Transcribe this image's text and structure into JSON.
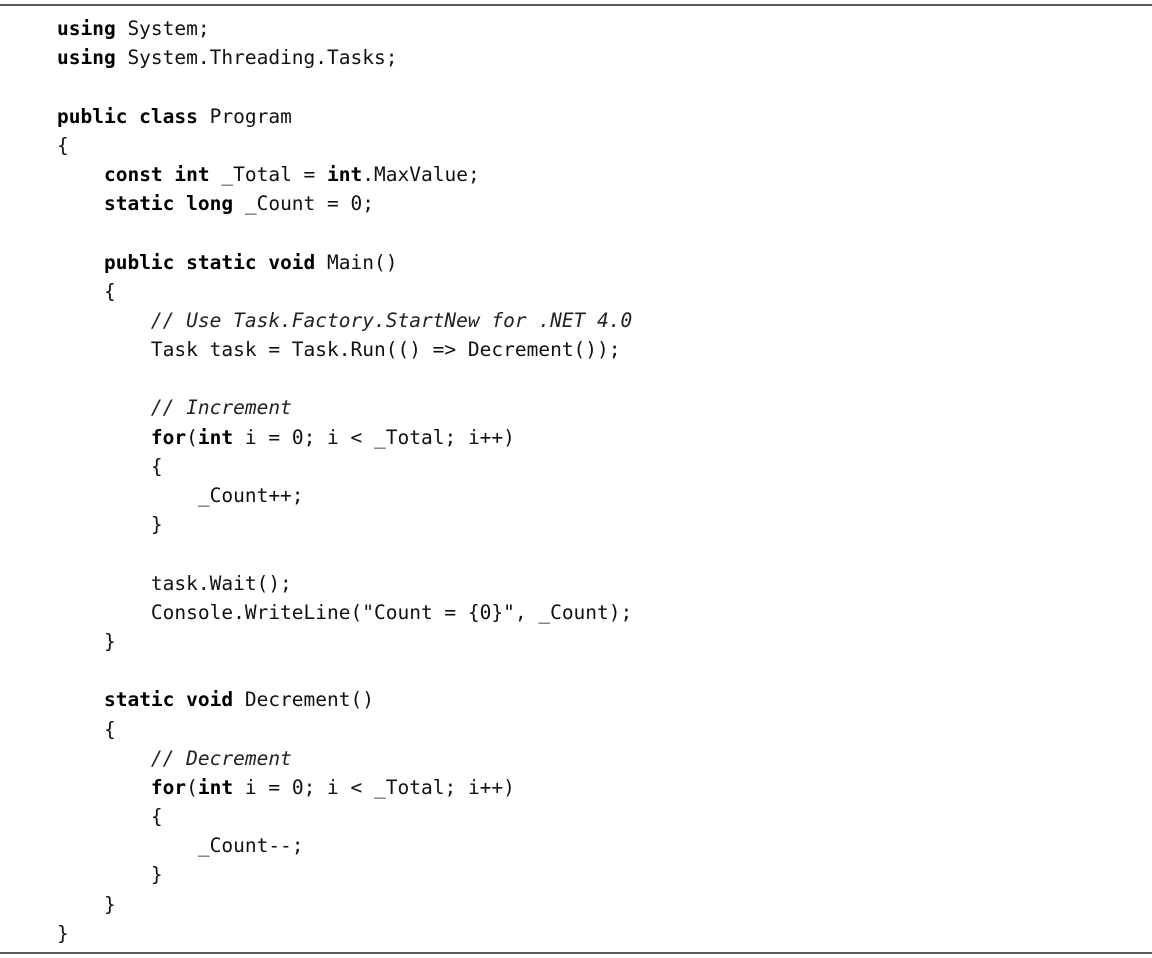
{
  "listing": {
    "language": "C#",
    "lines": [
      [
        {
          "t": "using",
          "s": "kw"
        },
        {
          "t": " System;"
        }
      ],
      [
        {
          "t": "using",
          "s": "kw"
        },
        {
          "t": " System.Threading.Tasks;"
        }
      ],
      [],
      [
        {
          "t": "public class",
          "s": "kw"
        },
        {
          "t": " Program"
        }
      ],
      [
        {
          "t": "{"
        }
      ],
      [
        {
          "t": "    "
        },
        {
          "t": "const int",
          "s": "kw"
        },
        {
          "t": " _Total = "
        },
        {
          "t": "int",
          "s": "kw"
        },
        {
          "t": ".MaxValue;"
        }
      ],
      [
        {
          "t": "    "
        },
        {
          "t": "static long",
          "s": "kw"
        },
        {
          "t": " _Count = 0;"
        }
      ],
      [],
      [
        {
          "t": "    "
        },
        {
          "t": "public static void",
          "s": "kw"
        },
        {
          "t": " Main()"
        }
      ],
      [
        {
          "t": "    {"
        }
      ],
      [
        {
          "t": "        "
        },
        {
          "t": "// Use Task.Factory.StartNew for .NET 4.0",
          "s": "cm"
        }
      ],
      [
        {
          "t": "        Task task = Task.Run(() => Decrement());"
        }
      ],
      [],
      [
        {
          "t": "        "
        },
        {
          "t": "// Increment",
          "s": "cm"
        }
      ],
      [
        {
          "t": "        "
        },
        {
          "t": "for",
          "s": "kw"
        },
        {
          "t": "("
        },
        {
          "t": "int",
          "s": "kw"
        },
        {
          "t": " i = 0; i < _Total; i++)"
        }
      ],
      [
        {
          "t": "        {"
        }
      ],
      [
        {
          "t": "            _Count++;"
        }
      ],
      [
        {
          "t": "        }"
        }
      ],
      [],
      [
        {
          "t": "        task.Wait();"
        }
      ],
      [
        {
          "t": "        Console.WriteLine(\"Count = {0}\", _Count);"
        }
      ],
      [
        {
          "t": "    }"
        }
      ],
      [],
      [
        {
          "t": "    "
        },
        {
          "t": "static void",
          "s": "kw"
        },
        {
          "t": " Decrement()"
        }
      ],
      [
        {
          "t": "    {"
        }
      ],
      [
        {
          "t": "        "
        },
        {
          "t": "// Decrement",
          "s": "cm"
        }
      ],
      [
        {
          "t": "        "
        },
        {
          "t": "for",
          "s": "kw"
        },
        {
          "t": "("
        },
        {
          "t": "int",
          "s": "kw"
        },
        {
          "t": " i = 0; i < _Total; i++)"
        }
      ],
      [
        {
          "t": "        {"
        }
      ],
      [
        {
          "t": "            _Count--;"
        }
      ],
      [
        {
          "t": "        }"
        }
      ],
      [
        {
          "t": "    }"
        }
      ],
      [
        {
          "t": "}"
        }
      ]
    ]
  }
}
